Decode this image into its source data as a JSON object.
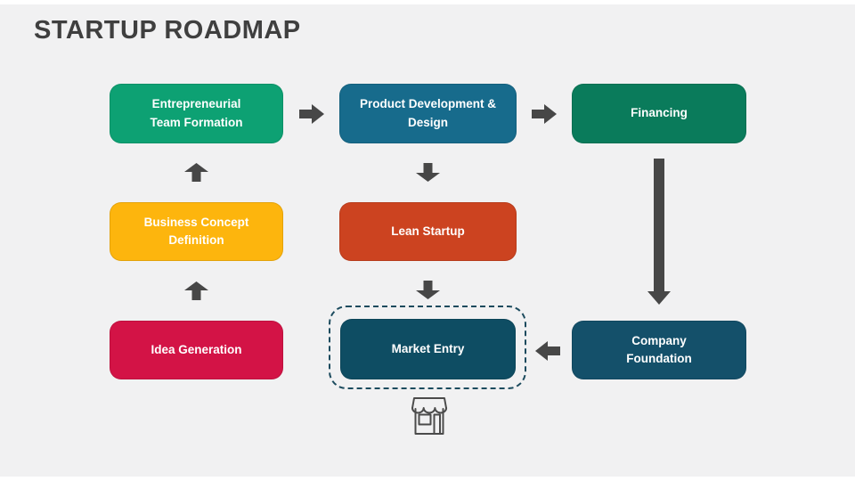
{
  "slide": {
    "title": "STARTUP ROADMAP",
    "background_color": "#F1F1F2",
    "title_color": "#3F3F3F"
  },
  "diagram": {
    "nodes": [
      {
        "id": "entrepreneurial-team-formation",
        "label": "Entrepreneurial\nTeam Formation",
        "color": "#0DA173"
      },
      {
        "id": "product-development-design",
        "label": "Product Development &\nDesign",
        "color": "#176B8C"
      },
      {
        "id": "financing",
        "label": "Financing",
        "color": "#0A7B5B"
      },
      {
        "id": "business-concept-definition",
        "label": "Business Concept\nDefinition",
        "color": "#FDB50D"
      },
      {
        "id": "lean-startup",
        "label": "Lean Startup",
        "color": "#CC4320"
      },
      {
        "id": "idea-generation",
        "label": "Idea Generation",
        "color": "#D31346"
      },
      {
        "id": "market-entry",
        "label": "Market Entry",
        "color": "#0E4D63"
      },
      {
        "id": "company-foundation",
        "label": "Company\nFoundation",
        "color": "#14506A"
      }
    ],
    "arrow_color": "#474747",
    "highlight_dashed_border_color": "#1C4B5E",
    "icon": "storefront-icon",
    "text_color": "#FFFFFF"
  }
}
